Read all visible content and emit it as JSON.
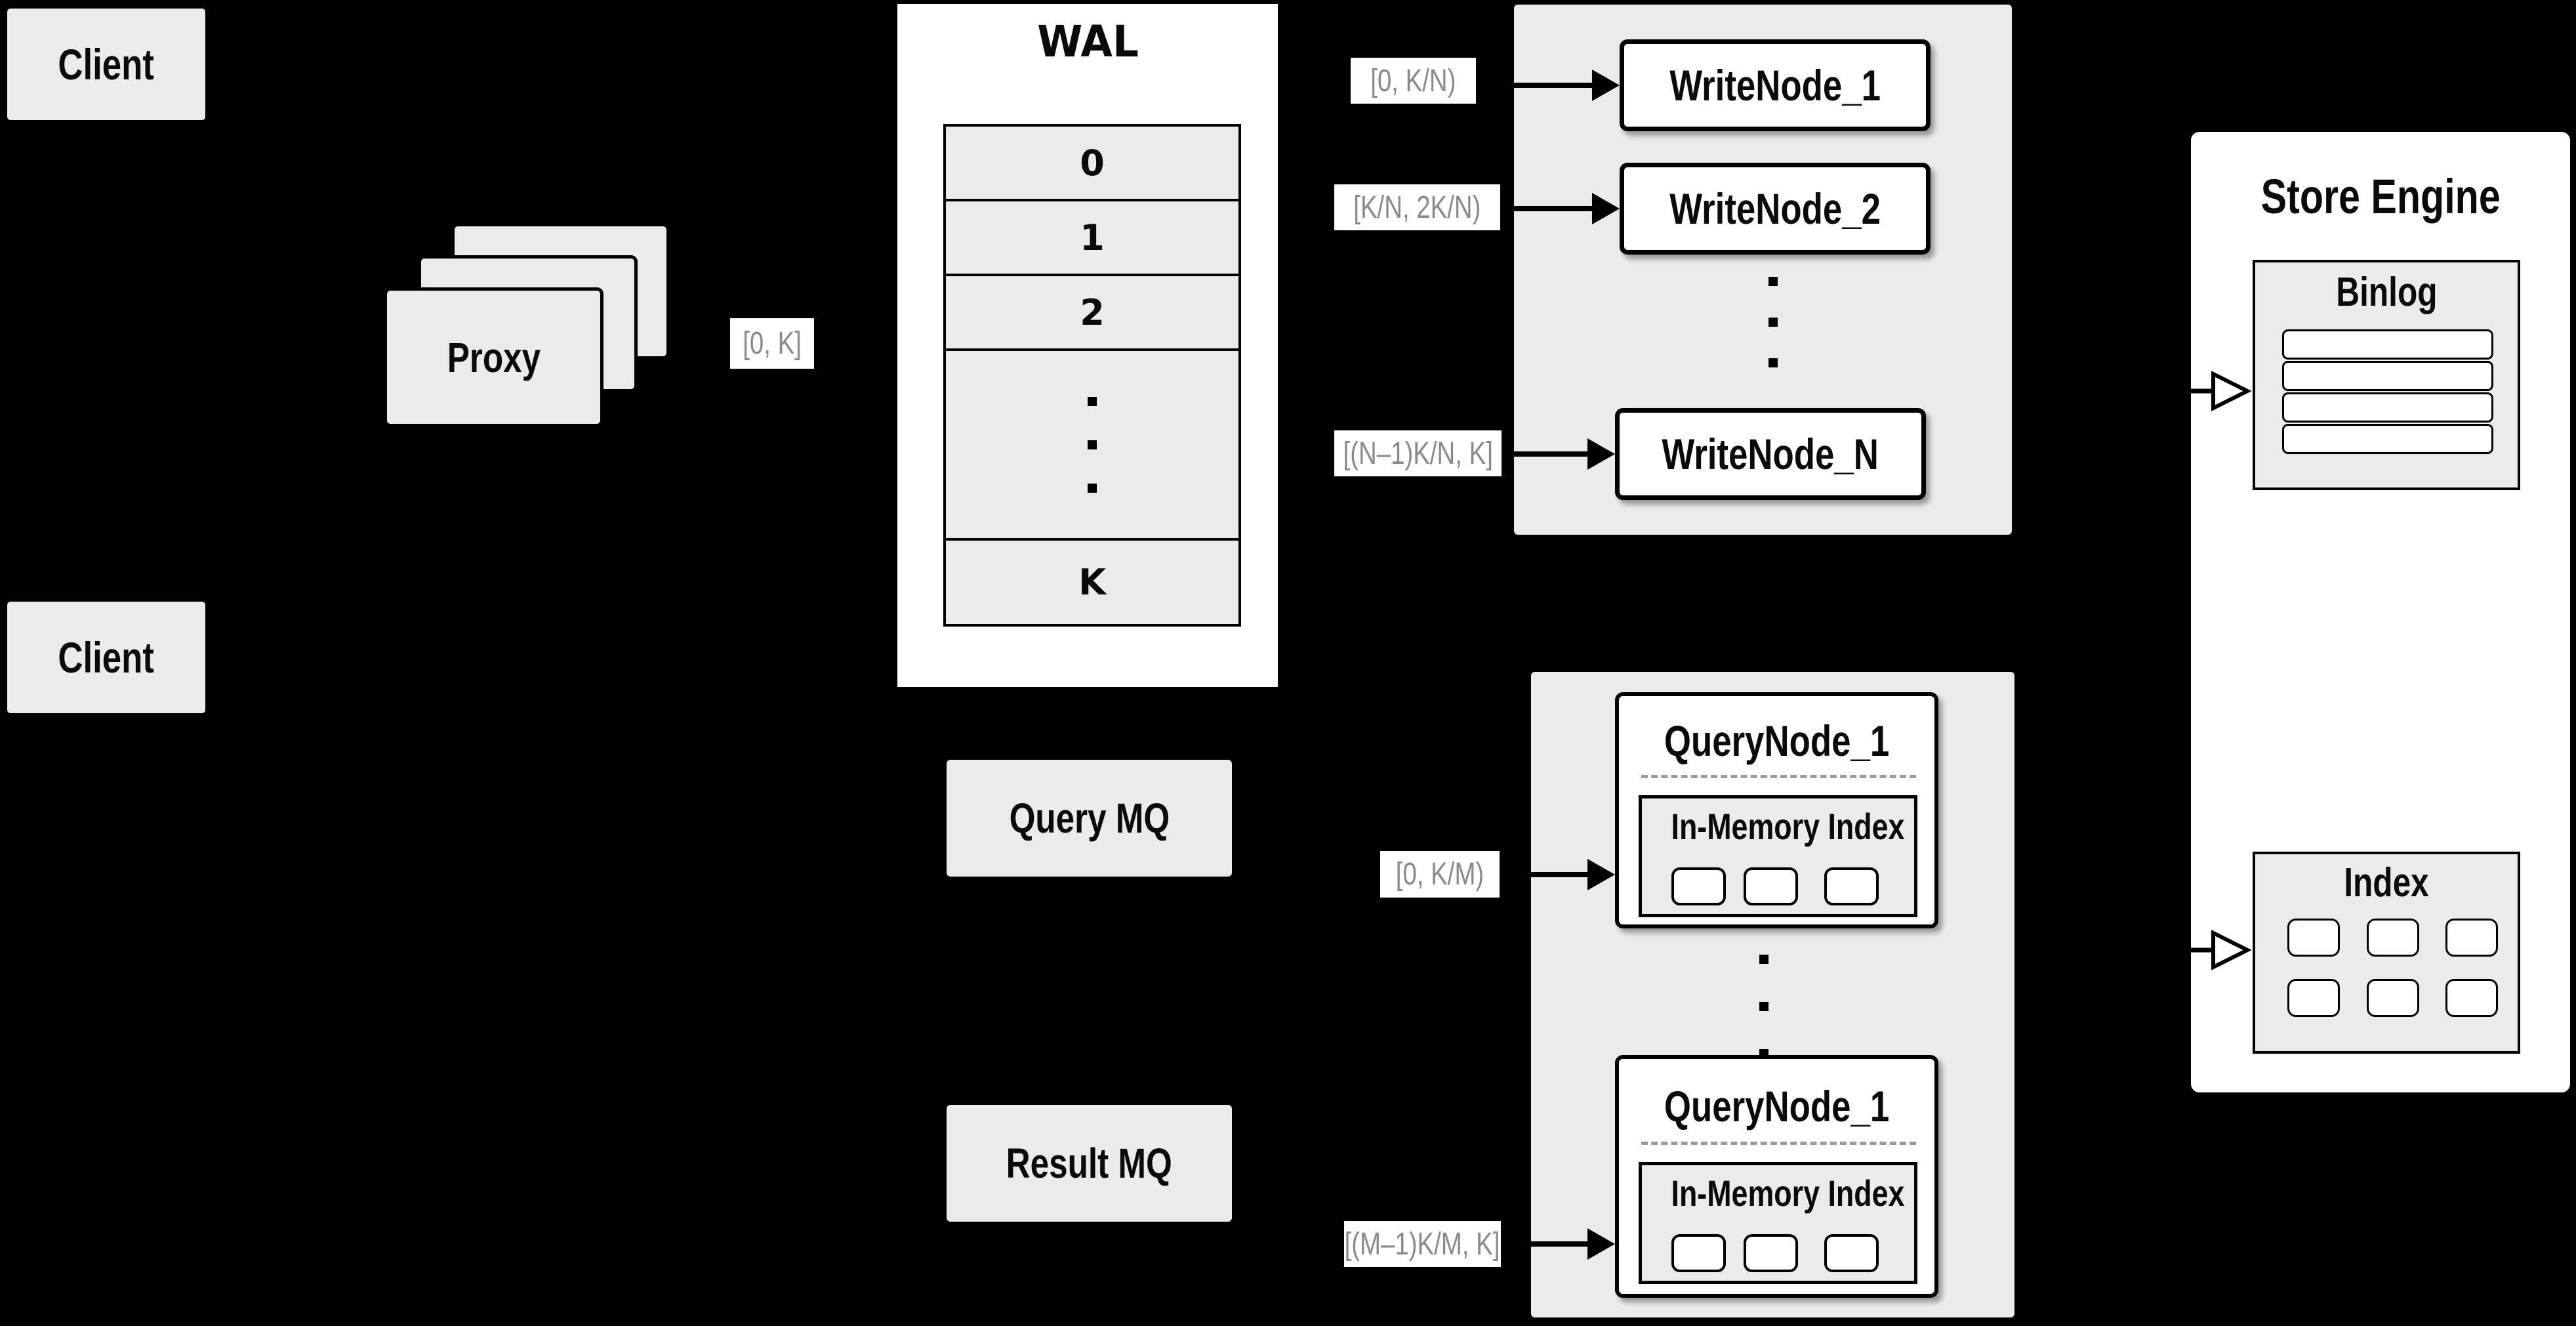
{
  "canvas": {
    "background": "#000000"
  },
  "palette": {
    "panel_fill": "#ebebeb",
    "node_fill": "#ffffff",
    "line": "#000000",
    "label_text": "#8a8a8a"
  },
  "client_top": {
    "label": "Client"
  },
  "client_bottom": {
    "label": "Client"
  },
  "proxy": {
    "label": "Proxy"
  },
  "wal": {
    "title": "WAL",
    "segments": [
      "0",
      "1",
      "2",
      "K"
    ]
  },
  "edge_labels": {
    "proxy_to_wal": "[0, K]",
    "wal_to_writenode_1": "[0, K/N)",
    "wal_to_writenode_2": "[K/N, 2K/N)",
    "wal_to_writenode_n": "[(N–1)K/N, K]",
    "querymq_to_querynode_1": "[0, K/M)",
    "querymq_to_querynode_m": "[(M–1)K/M, K]"
  },
  "write_nodes": {
    "node_1": "WriteNode_1",
    "node_2": "WriteNode_2",
    "node_n": "WriteNode_N"
  },
  "store_engine": {
    "title": "Store Engine",
    "binlog_title": "Binlog",
    "index_title": "Index"
  },
  "message_queues": {
    "query_label": "Query MQ",
    "result_label": "Result MQ"
  },
  "query_nodes": {
    "top_title": "QueryNode_1",
    "top_inner_title": "In-Memory Index",
    "bottom_title": "QueryNode_1",
    "bottom_inner_title": "In-Memory Index"
  }
}
